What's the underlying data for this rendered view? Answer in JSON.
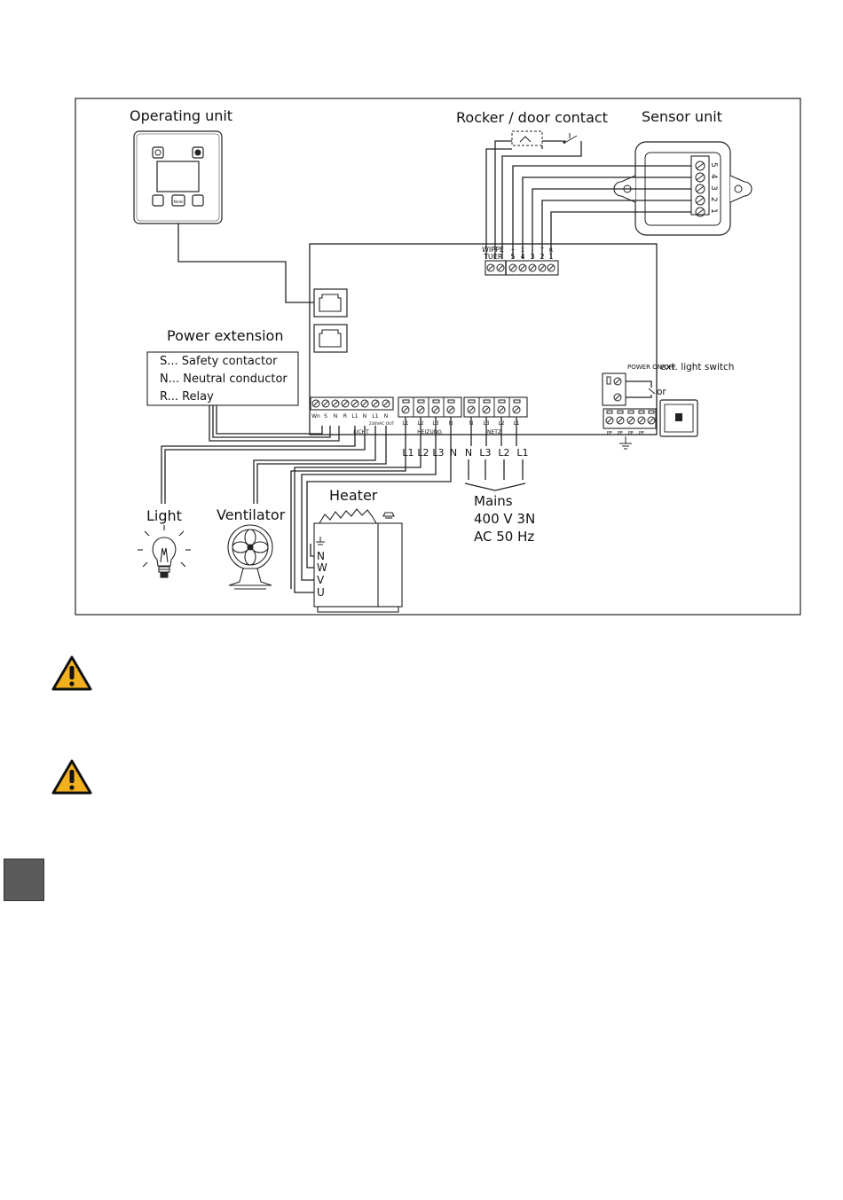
{
  "diagram": {
    "operating_unit_title": "Operating unit",
    "operating_unit_btn_center": "Mode",
    "rocker_title": "Rocker / door contact",
    "sensor_title": "Sensor unit",
    "sensor_terminals": [
      "5",
      "4",
      "3",
      "2",
      "1"
    ],
    "power_ext_title": "Power extension",
    "power_ext_lines": [
      "S... Safety contactor",
      "N... Neutral conductor",
      "R... Relay"
    ],
    "wippe_label": "WIPPE",
    "tuer_label": "TUER",
    "sensor_block_symbols": [
      "+",
      "Σ",
      "-",
      "T",
      "R"
    ],
    "sensor_block_numbers": [
      "5",
      "4",
      "3",
      "2",
      "1"
    ],
    "power_onoff": "POWER ON/OFF",
    "ext_light": "ext. light switch",
    "or_label": "or",
    "licht_terms": [
      "Wn",
      "S",
      "N",
      "R",
      "L1",
      "N",
      "L1",
      "N"
    ],
    "licht_sub": "230VAC OUT",
    "licht_label": "LICHT",
    "heizung_terms": [
      "L1",
      "L2",
      "L3",
      "N"
    ],
    "heizung_label": "HEIZUNG",
    "netz_terms": [
      "N",
      "L3",
      "L2",
      "L1"
    ],
    "netz_label": "NETZ",
    "pe_terms": [
      "PE",
      "PE",
      "PE",
      "PE"
    ],
    "heater_wire_labels": [
      "L1",
      "L2",
      "L3",
      "N"
    ],
    "mains_wire_labels": [
      "N",
      "L3",
      "L2",
      "L1"
    ],
    "mains_text": [
      "Mains",
      "400 V 3N",
      "AC 50 Hz"
    ],
    "light_title": "Light",
    "ventilator_title": "Ventilator",
    "heater_title": "Heater",
    "heater_terms": [
      "N",
      "W",
      "V",
      "U"
    ]
  },
  "colors": {
    "warning_yellow": "#f2b01e",
    "tab_gray": "#5a5a5a"
  }
}
